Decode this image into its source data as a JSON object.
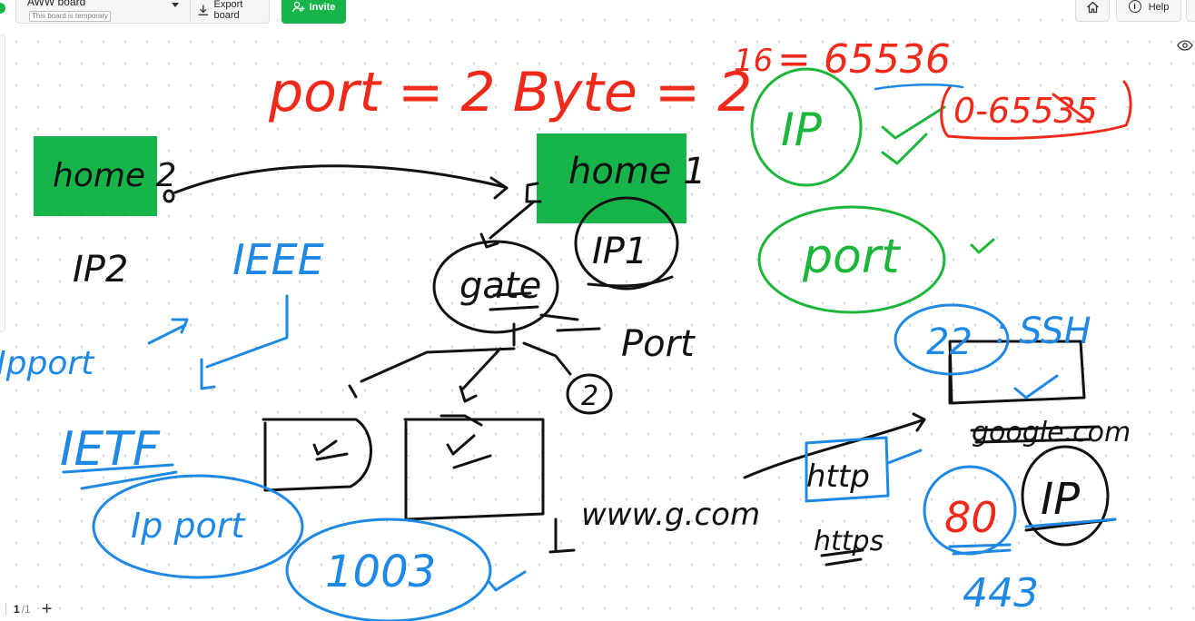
{
  "app": {
    "board_name": "AWW board",
    "board_subtitle": "This board is temporary",
    "export_label": "Export board",
    "invite_label": "Invite",
    "help_label": "Help",
    "page_current": "1",
    "page_total": "/1",
    "accent_color": "#17b44a"
  },
  "icons": [
    "chevron-down-icon",
    "download-icon",
    "add-user-icon",
    "home-icon",
    "info-icon",
    "eye-icon",
    "plus-icon"
  ],
  "sticky_notes": [
    {
      "label": "home 2",
      "color": "#17b44a"
    },
    {
      "label": "home 1",
      "color": "#17b44a"
    }
  ],
  "ink_colors": {
    "black": "#111111",
    "red": "#ef2a1b",
    "green": "#1bb63a",
    "blue": "#1e88e5"
  },
  "handwriting": {
    "port_formula": "port = 2 Byte = 2",
    "port_exponent": "16",
    "port_value": "= 65536",
    "port_range": "0-65535",
    "ip_green": "IP",
    "port_green": "port",
    "ip2": "IP2",
    "ieee": "IEEE",
    "ip_port_left": "Ipport",
    "ietf": "IETF",
    "ip_port_circle": "Ip port",
    "num_1003": "1003",
    "gate": "gate",
    "ip1": "IP1",
    "port_black": "Port",
    "num_2": "2",
    "www": "www.g.com",
    "http": "http",
    "https": "https",
    "ssh_port": "22",
    "ssh": ": SSH",
    "google": "google.com",
    "num_80": "80",
    "ip_black": "IP",
    "num_443": "443"
  }
}
